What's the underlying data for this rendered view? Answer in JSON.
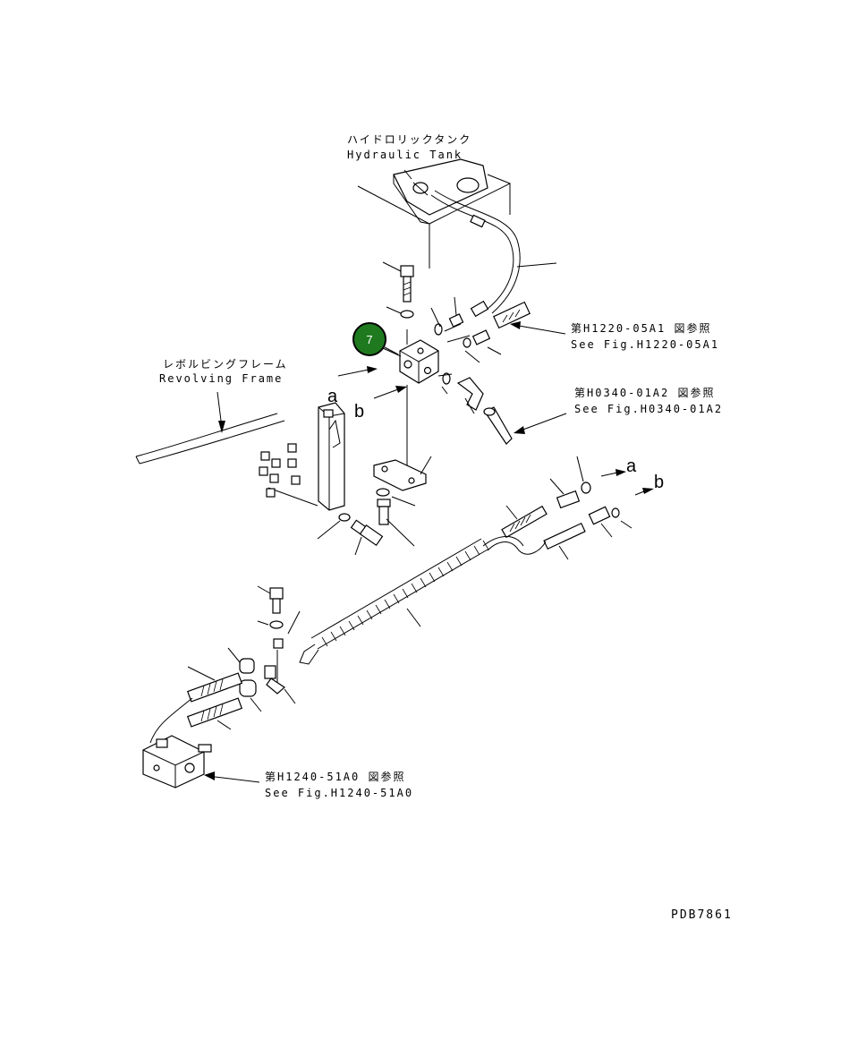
{
  "labels": {
    "tank_jp": "ハイドロリックタンク",
    "tank_en": "Hydraulic Tank",
    "frame_jp": "レボルビングフレーム",
    "frame_en": "Revolving Frame",
    "ref1_jp": "第H1220-05A1 図参照",
    "ref1_en": "See Fig.H1220-05A1",
    "ref2_jp": "第H0340-01A2 図参照",
    "ref2_en": "See Fig.H0340-01A2",
    "ref3_jp": "第H1240-51A0 図参照",
    "ref3_en": "See Fig.H1240-51A0",
    "mark_a": "a",
    "mark_b": "b",
    "drawing_no": "PDB7861"
  },
  "callout": {
    "number": "7",
    "color": "#1f7a1f"
  }
}
